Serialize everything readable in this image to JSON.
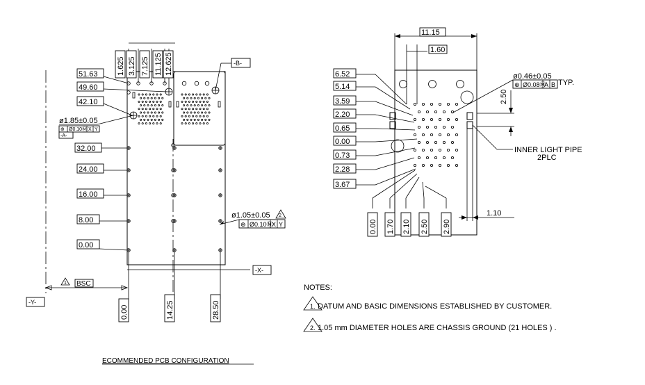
{
  "left_view": {
    "x_top_dims": [
      "1.625",
      "3.125",
      "7.125",
      "11.125",
      "12.625"
    ],
    "y_dims": [
      "51.63",
      "49.60",
      "42.10"
    ],
    "y_dims_lower": [
      "32.00",
      "24.00",
      "16.00",
      "8.00",
      "0.00"
    ],
    "x_bottom_dims": [
      "0.00",
      "14.25",
      "28.50"
    ],
    "datum_a_hole": "ø1.85±0.05",
    "datum_a_fcf": [
      "⊕",
      "Ø0.10Ⓜ",
      "X",
      "Y"
    ],
    "datum_a_label": "-A-",
    "datum_b_label": "-B-",
    "datum_x_label": "-X-",
    "datum_y_label": "-Y-",
    "ground_hole": "ø1.05±0.05",
    "ground_fcf": [
      "⊕",
      "Ø0.10Ⓜ",
      "X",
      "Y"
    ],
    "ground_note_ref": "2",
    "bsc_note_ref": "1",
    "bsc_label": "BSC"
  },
  "right_view": {
    "top_dims": [
      "11.15",
      "1.60"
    ],
    "y_dims": [
      "6.52",
      "5.14",
      "3.59",
      "2.20",
      "0.65",
      "0.00",
      "0.73",
      "2.28",
      "3.67"
    ],
    "x_bottom_dims": [
      "0.00",
      "1.70",
      "2.10",
      "2.50",
      "2.90"
    ],
    "side_dim": "2.50",
    "bottom_right_dim": "1.10",
    "pin_hole": "ø0.46±0.05",
    "pin_fcf": [
      "⊕",
      "Ø0.08Ⓜ",
      "A",
      "B"
    ],
    "pin_typ": "TYP.",
    "light_pipe_note": [
      "INNER LIGHT PIPE",
      "2PLC"
    ]
  },
  "notes": {
    "heading": "NOTES:",
    "items": [
      {
        "num": "1.",
        "text": "DATUM AND BASIC DIMENSIONS ESTABLISHED BY CUSTOMER."
      },
      {
        "num": "2.",
        "text": "1.05 mm DIAMETER HOLES ARE CHASSIS GROUND (21 HOLES ) ."
      }
    ]
  },
  "caption": "ECOMMENDED PCB CONFIGURATION"
}
